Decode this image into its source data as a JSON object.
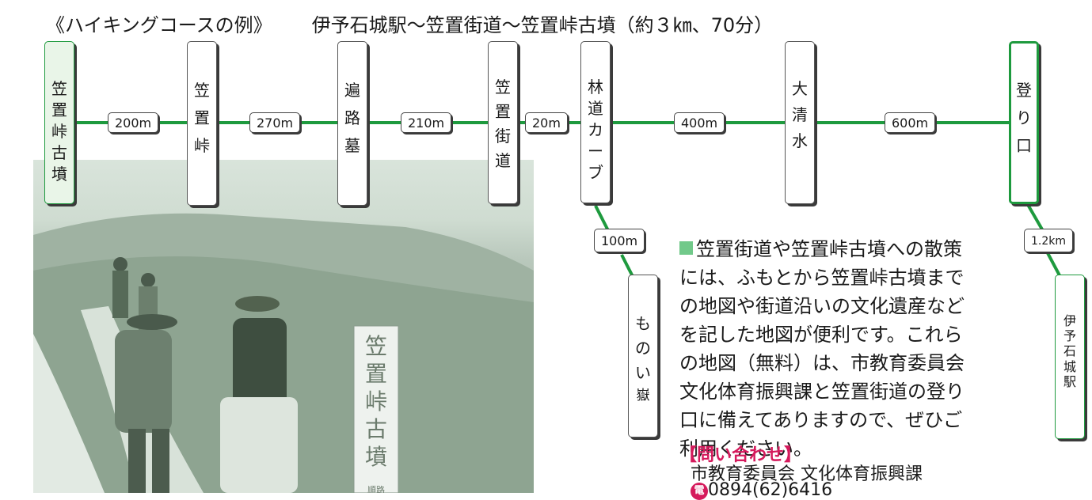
{
  "header": {
    "label": "《ハイキングコースの例》",
    "route": "伊予石城駅～笠置街道～笠置峠古墳（約３㎞、70分）"
  },
  "route": {
    "stops": [
      {
        "name": "笠置峠古墳",
        "chars": [
          "笠",
          "置",
          "峠",
          "古",
          "墳"
        ]
      },
      {
        "name": "笠置峠",
        "chars": [
          "笠",
          "置",
          "峠"
        ]
      },
      {
        "name": "遍路墓",
        "chars": [
          "遍",
          "路",
          "墓"
        ]
      },
      {
        "name": "笠置街道",
        "chars": [
          "笠",
          "置",
          "街",
          "道"
        ]
      },
      {
        "name": "林道カーブ",
        "chars": [
          "林",
          "道",
          "カ",
          "ー",
          "ブ"
        ]
      },
      {
        "name": "大清水",
        "chars": [
          "大",
          "清",
          "水"
        ]
      },
      {
        "name": "登り口",
        "chars": [
          "登",
          "り",
          "口"
        ]
      }
    ],
    "distances": [
      "200m",
      "270m",
      "210m",
      "20m",
      "400m",
      "600m"
    ],
    "branch_monoi": {
      "distance": "100m",
      "chars": [
        "も",
        "の",
        "い",
        "嶽"
      ],
      "name": "ものい嶽"
    },
    "branch_station": {
      "distance": "1.2km",
      "chars": [
        "伊",
        "予",
        "石",
        "城",
        "駅"
      ],
      "name": "伊予石城駅"
    },
    "route_color": "#1e9a3e"
  },
  "photo": {
    "sign_chars": [
      "笠",
      "置",
      "峠",
      "古",
      "墳"
    ],
    "sign_small": "順路"
  },
  "description": {
    "marker_color": "#71c98a",
    "lines": [
      "笠置街道や笠置峠古墳への散策",
      "には、ふもとから笠置峠古墳まで",
      "の地図や街道沿いの文化遺産など",
      "を記した地図が便利です。これら",
      "の地図（無料）は、市教育委員会",
      "文化体育振興課と笠置街道の登り",
      "口に備えてありますので、ぜひご",
      "利用ください。"
    ]
  },
  "contact": {
    "heading": "【問い合わせ】",
    "org": "市教育委員会 文化体育振興課",
    "tel_icon": "電",
    "tel": "0894(62)6416",
    "accent_color": "#d51a5c"
  }
}
